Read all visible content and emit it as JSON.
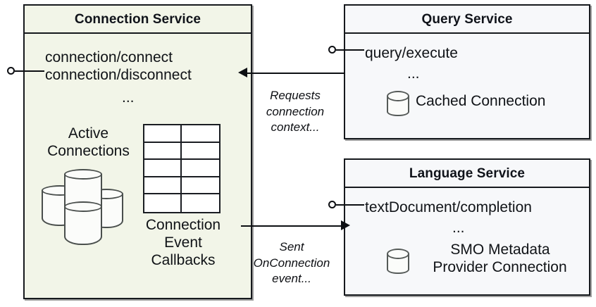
{
  "diagram": {
    "title": "Connection Service interaction diagram",
    "colors": {
      "connection_service_fill": "#f2f5e8",
      "service_fill": "#f7f8fa",
      "stroke": "#16191d",
      "icon_stroke": "#555a58"
    }
  },
  "components": {
    "connection_service": {
      "title": "Connection Service",
      "interfaces": [
        "connection/connect",
        "connection/disconnect"
      ],
      "ellipsis": "...",
      "active_connections_label_line1": "Active",
      "active_connections_label_line2": "Connections",
      "callbacks_label_line1": "Connection",
      "callbacks_label_line2": "Event",
      "callbacks_label_line3": "Callbacks",
      "icons": {
        "cylinder_cluster": "database-cluster-icon",
        "table_grid": "table-grid-icon"
      }
    },
    "query_service": {
      "title": "Query Service",
      "interfaces": [
        "query/execute"
      ],
      "ellipsis": "...",
      "artifact_label": "Cached Connection",
      "icons": {
        "cylinder": "database-icon"
      }
    },
    "language_service": {
      "title": "Language Service",
      "interfaces": [
        "textDocument/completion"
      ],
      "ellipsis": "...",
      "artifact_label_line1": "SMO Metadata",
      "artifact_label_line2": "Provider Connection",
      "icons": {
        "cylinder": "database-icon"
      }
    }
  },
  "connectors": {
    "query_to_connection": {
      "label_line1": "Requests",
      "label_line2": "connection",
      "label_line3": "context...",
      "direction": "left"
    },
    "connection_to_language": {
      "label_line1": "Sent",
      "label_line2": "OnConnection",
      "label_line3": "event...",
      "direction": "right"
    }
  }
}
